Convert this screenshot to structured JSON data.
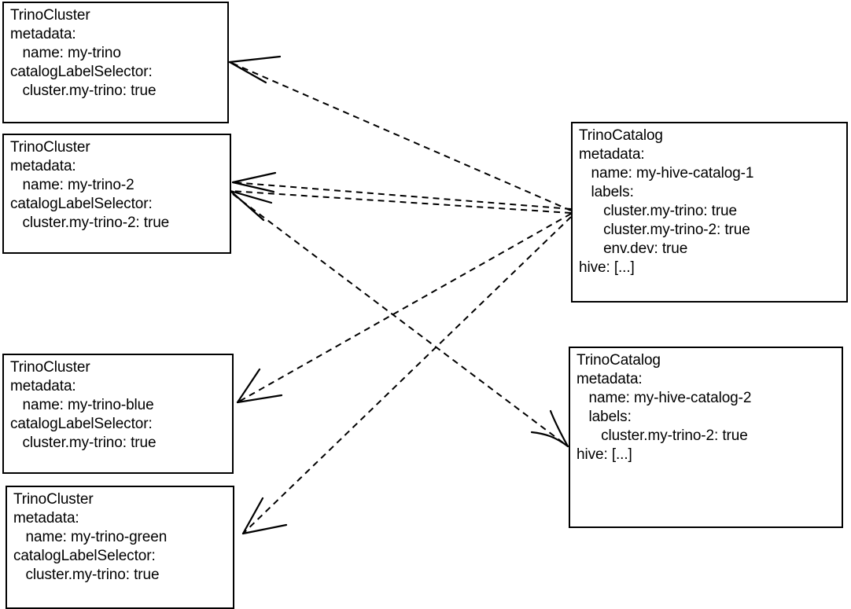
{
  "diagram": {
    "type": "entity-relationship",
    "title": "TrinoCluster to TrinoCatalog label selector matching",
    "background_color": "#ffffff",
    "line_color": "#000000",
    "edge_style": "dashed"
  },
  "nodes": [
    {
      "id": "trinocluster-my-trino",
      "kind": "TrinoCluster",
      "lines": [
        "TrinoCluster",
        "metadata:",
        "   name: my-trino",
        "catalogLabelSelector:",
        "   cluster.my-trino: true"
      ]
    },
    {
      "id": "trinocluster-my-trino-2",
      "kind": "TrinoCluster",
      "lines": [
        "TrinoCluster",
        "metadata:",
        "   name: my-trino-2",
        "catalogLabelSelector:",
        "   cluster.my-trino-2: true"
      ]
    },
    {
      "id": "trinocluster-my-trino-blue",
      "kind": "TrinoCluster",
      "lines": [
        "TrinoCluster",
        "metadata:",
        "   name: my-trino-blue",
        "catalogLabelSelector:",
        "   cluster.my-trino: true"
      ]
    },
    {
      "id": "trinocluster-my-trino-green",
      "kind": "TrinoCluster",
      "lines": [
        "TrinoCluster",
        "metadata:",
        "   name: my-trino-green",
        "catalogLabelSelector:",
        "   cluster.my-trino: true"
      ]
    },
    {
      "id": "trinocatalog-my-hive-catalog-1",
      "kind": "TrinoCatalog",
      "lines": [
        "TrinoCatalog",
        "metadata:",
        "   name: my-hive-catalog-1",
        "   labels:",
        "      cluster.my-trino: true",
        "      cluster.my-trino-2: true",
        "      env.dev: true",
        "hive: [...]"
      ]
    },
    {
      "id": "trinocatalog-my-hive-catalog-2",
      "kind": "TrinoCatalog",
      "lines": [
        "TrinoCatalog",
        "metadata:",
        "   name: my-hive-catalog-2",
        "   labels:",
        "      cluster.my-trino-2: true",
        "hive: [...]"
      ]
    }
  ],
  "edges": [
    {
      "id": "edge-catalog1-to-cluster-my-trino",
      "from": "trinocatalog-my-hive-catalog-1",
      "to": "trinocluster-my-trino"
    },
    {
      "id": "edge-catalog1-to-cluster-my-trino-2",
      "from": "trinocatalog-my-hive-catalog-1",
      "to": "trinocluster-my-trino-2"
    },
    {
      "id": "edge-catalog1-to-cluster-my-trino-blue",
      "from": "trinocatalog-my-hive-catalog-1",
      "to": "trinocluster-my-trino-blue"
    },
    {
      "id": "edge-catalog1-to-cluster-my-trino-green",
      "from": "trinocatalog-my-hive-catalog-1",
      "to": "trinocluster-my-trino-green"
    },
    {
      "id": "edge-cluster-my-trino-2-to-catalog2",
      "from": "trinocluster-my-trino-2",
      "to": "trinocatalog-my-hive-catalog-2"
    }
  ]
}
